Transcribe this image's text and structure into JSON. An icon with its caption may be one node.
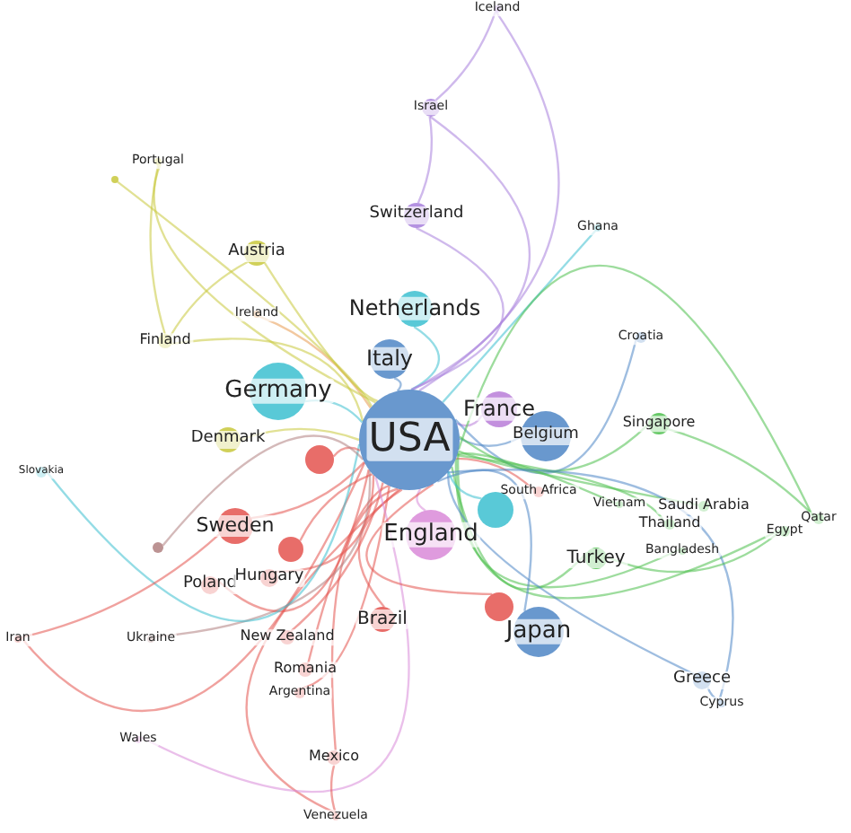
{
  "diagram": {
    "nodes": [
      {
        "text": [
          "USA"
        ]
      },
      {
        "text": [
          "Germany"
        ]
      },
      {
        "text": [
          "Netherlands"
        ]
      },
      {
        "text": [
          "Italy"
        ]
      },
      {
        "text": [
          "France"
        ]
      },
      {
        "text": [
          "Belgium"
        ]
      },
      {
        "text": [
          "England"
        ]
      },
      {
        "text": [
          "Switzerland"
        ]
      },
      {
        "text": [
          "Israel"
        ]
      },
      {
        "text": [
          "Iceland"
        ]
      },
      {
        "text": [
          "Ghana"
        ]
      },
      {
        "text": [
          "Croatia"
        ]
      },
      {
        "text": [
          "Singapore"
        ]
      },
      {
        "text": [
          "South Africa"
        ]
      },
      {
        "text": [
          "Vietnam"
        ]
      },
      {
        "text": [
          "Thailand"
        ]
      },
      {
        "text": [
          "Saudi Arabia"
        ]
      },
      {
        "text": [
          "Qatar"
        ]
      },
      {
        "text": [
          "Egypt"
        ]
      },
      {
        "text": [
          "Turkey"
        ]
      },
      {
        "text": [
          "Bangladesh"
        ]
      },
      {
        "text": [
          "Japan"
        ]
      },
      {
        "text": [
          "Greece"
        ]
      },
      {
        "text": [
          "Cyprus"
        ]
      },
      {
        "text": [
          "Brazil"
        ]
      },
      {
        "text": [
          "New Zealand"
        ]
      },
      {
        "text": [
          "Romania"
        ]
      },
      {
        "text": [
          "Argentina"
        ]
      },
      {
        "text": [
          "Mexico"
        ]
      },
      {
        "text": [
          "Venezuela"
        ]
      },
      {
        "text": [
          "Wales"
        ]
      },
      {
        "text": [
          "Ukraine"
        ]
      },
      {
        "text": [
          "Iran"
        ]
      },
      {
        "text": [
          "Poland"
        ]
      },
      {
        "text": [
          "Hungary"
        ]
      },
      {
        "text": [
          "Sweden"
        ]
      },
      {
        "text": [
          "Denmark"
        ]
      },
      {
        "text": [
          "Slovakia"
        ]
      },
      {
        "text": [
          "Finland"
        ]
      },
      {
        "text": [
          "Ireland"
        ]
      },
      {
        "text": [
          "Austria"
        ]
      },
      {
        "text": [
          "Portugal"
        ]
      },
      {
        "text": [],
        "shape": "circle"
      },
      {
        "text": [],
        "shape": "circle"
      },
      {
        "text": [],
        "shape": "circle"
      },
      {
        "text": [],
        "shape": "circle"
      },
      {
        "text": [],
        "shape": "circle"
      },
      {
        "text": [],
        "shape": "circle"
      }
    ],
    "edges": [
      {
        "from": 0,
        "to": 1,
        "arrow": "none",
        "color": "#3cbfd0"
      },
      {
        "from": 0,
        "to": 2,
        "arrow": "none",
        "color": "#3cbfd0"
      },
      {
        "from": 0,
        "to": 3,
        "arrow": "none",
        "color": "#4f86c6"
      },
      {
        "from": 0,
        "to": 4,
        "arrow": "none",
        "color": "#b87dd8"
      },
      {
        "from": 0,
        "to": 5,
        "arrow": "none",
        "color": "#4f86c6"
      },
      {
        "from": 0,
        "to": 6,
        "arrow": "none",
        "color": "#d98ad8"
      },
      {
        "from": 0,
        "to": 7,
        "arrow": "none",
        "color": "#a77fdc"
      },
      {
        "from": 0,
        "to": 8,
        "arrow": "none",
        "color": "#a77fdc"
      },
      {
        "from": 0,
        "to": 9,
        "arrow": "none",
        "color": "#a77fdc"
      },
      {
        "from": 0,
        "to": 10,
        "arrow": "none",
        "color": "#3cbfd0"
      },
      {
        "from": 0,
        "to": 11,
        "arrow": "none",
        "color": "#4f86c6"
      },
      {
        "from": 0,
        "to": 12,
        "arrow": "none",
        "color": "#4cbf4c"
      },
      {
        "from": 0,
        "to": 13,
        "arrow": "none",
        "color": "#e4534f"
      },
      {
        "from": 0,
        "to": 14,
        "arrow": "none",
        "color": "#4cbf4c"
      },
      {
        "from": 0,
        "to": 15,
        "arrow": "none",
        "color": "#4cbf4c"
      },
      {
        "from": 0,
        "to": 16,
        "arrow": "none",
        "color": "#4cbf4c"
      },
      {
        "from": 0,
        "to": 17,
        "arrow": "none",
        "color": "#4cbf4c"
      },
      {
        "from": 0,
        "to": 18,
        "arrow": "none",
        "color": "#4cbf4c"
      },
      {
        "from": 0,
        "to": 19,
        "arrow": "none",
        "color": "#4cbf4c"
      },
      {
        "from": 0,
        "to": 20,
        "arrow": "none",
        "color": "#4cbf4c"
      },
      {
        "from": 0,
        "to": 21,
        "arrow": "none",
        "color": "#4f86c6"
      },
      {
        "from": 0,
        "to": 22,
        "arrow": "none",
        "color": "#4f86c6"
      },
      {
        "from": 0,
        "to": 23,
        "arrow": "none",
        "color": "#4f86c6"
      },
      {
        "from": 0,
        "to": 24,
        "arrow": "none",
        "color": "#e4534f"
      },
      {
        "from": 0,
        "to": 25,
        "arrow": "none",
        "color": "#e4534f"
      },
      {
        "from": 0,
        "to": 26,
        "arrow": "none",
        "color": "#e4534f"
      },
      {
        "from": 0,
        "to": 27,
        "arrow": "none",
        "color": "#e4534f"
      },
      {
        "from": 0,
        "to": 28,
        "arrow": "none",
        "color": "#e4534f"
      },
      {
        "from": 0,
        "to": 29,
        "arrow": "none",
        "color": "#e4534f"
      },
      {
        "from": 0,
        "to": 30,
        "arrow": "none",
        "color": "#d98ad8"
      },
      {
        "from": 0,
        "to": 31,
        "arrow": "none",
        "color": "#b08080"
      },
      {
        "from": 0,
        "to": 32,
        "arrow": "none",
        "color": "#e4534f"
      },
      {
        "from": 0,
        "to": 33,
        "arrow": "none",
        "color": "#e4534f"
      },
      {
        "from": 0,
        "to": 34,
        "arrow": "none",
        "color": "#e4534f"
      },
      {
        "from": 0,
        "to": 35,
        "arrow": "none",
        "color": "#e4534f"
      },
      {
        "from": 0,
        "to": 36,
        "arrow": "none",
        "color": "#c8c83c"
      },
      {
        "from": 0,
        "to": 37,
        "arrow": "none",
        "color": "#3cbfd0"
      },
      {
        "from": 0,
        "to": 38,
        "arrow": "none",
        "color": "#c8c83c"
      },
      {
        "from": 0,
        "to": 39,
        "arrow": "none",
        "color": "#e89a50"
      },
      {
        "from": 0,
        "to": 40,
        "arrow": "none",
        "color": "#c8c83c"
      },
      {
        "from": 0,
        "to": 41,
        "arrow": "none",
        "color": "#c8c83c"
      },
      {
        "from": 0,
        "to": 42,
        "arrow": "none",
        "color": "#c8c83c"
      },
      {
        "from": 0,
        "to": 43,
        "arrow": "none",
        "color": "#e4534f"
      },
      {
        "from": 0,
        "to": 44,
        "arrow": "none",
        "color": "#e4534f"
      },
      {
        "from": 0,
        "to": 45,
        "arrow": "none",
        "color": "#e4534f"
      },
      {
        "from": 0,
        "to": 46,
        "arrow": "none",
        "color": "#3cbfd0"
      },
      {
        "from": 0,
        "to": 47,
        "arrow": "none",
        "color": "#b08080"
      },
      {
        "from": 8,
        "to": 9,
        "arrow": "none",
        "color": "#a77fdc"
      },
      {
        "from": 7,
        "to": 8,
        "arrow": "none",
        "color": "#a77fdc"
      },
      {
        "from": 22,
        "to": 23,
        "arrow": "none",
        "color": "#4f86c6"
      },
      {
        "from": 28,
        "to": 29,
        "arrow": "none",
        "color": "#e4534f"
      },
      {
        "from": 12,
        "to": 17,
        "arrow": "none",
        "color": "#4cbf4c"
      },
      {
        "from": 19,
        "to": 18,
        "arrow": "none",
        "color": "#4cbf4c"
      },
      {
        "from": 35,
        "to": 32,
        "arrow": "none",
        "color": "#e4534f"
      },
      {
        "from": 41,
        "to": 38,
        "arrow": "none",
        "color": "#c8c83c"
      },
      {
        "from": 40,
        "to": 38,
        "arrow": "none",
        "color": "#c8c83c"
      }
    ]
  }
}
